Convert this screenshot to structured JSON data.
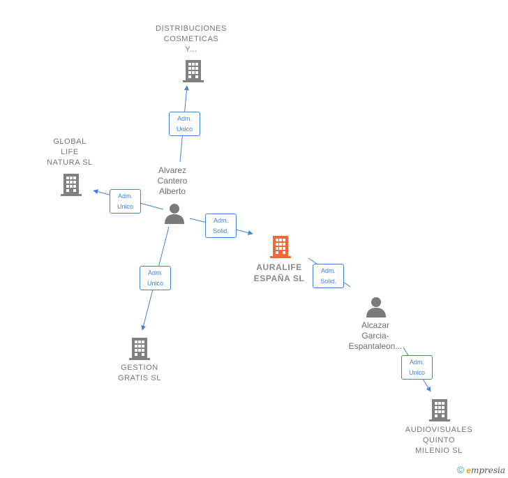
{
  "colors": {
    "edge": "#3f82d6",
    "building": "#808080",
    "building_main": "#f06a35",
    "person": "#7a7a7a"
  },
  "companies": {
    "distribuciones": {
      "label": "DISTRIBUCIONES\nCOSMETICAS\nY...",
      "icon": "building-icon"
    },
    "global_life": {
      "label": "GLOBAL\nLIFE\nNATURA  SL",
      "icon": "building-icon"
    },
    "auralife": {
      "label": "AURALIFE\nESPAÑA  SL",
      "icon": "building-icon"
    },
    "gestion": {
      "label": "GESTION\nGRATIS SL",
      "icon": "building-icon"
    },
    "audiovisuales": {
      "label": "AUDIOVISUALES\nQUINTO\nMILENIO  SL",
      "icon": "building-icon"
    }
  },
  "people": {
    "alvarez": {
      "label": "Alvarez\nCantero\nAlberto",
      "icon": "person-icon"
    },
    "alcazar": {
      "label": "Alcazar\nGarcia-\nEspantaleon...",
      "icon": "person-icon"
    }
  },
  "relations": {
    "alvarez_distribuciones": {
      "line1": "Adm.",
      "line2": "Unico"
    },
    "alvarez_global": {
      "line1": "Adm.",
      "line2": "Unico"
    },
    "alvarez_auralife": {
      "line1": "Adm.",
      "line2": "Solid."
    },
    "alvarez_gestion": {
      "line1": "Adm.",
      "line2": "Unico"
    },
    "alcazar_auralife": {
      "line1": "Adm.",
      "line2": "Solid."
    },
    "alcazar_audiovisuales": {
      "line1": "Adm.",
      "line2": "Unico"
    }
  },
  "brand": {
    "copyright": "©",
    "e": "e",
    "rest": "mpresia"
  }
}
